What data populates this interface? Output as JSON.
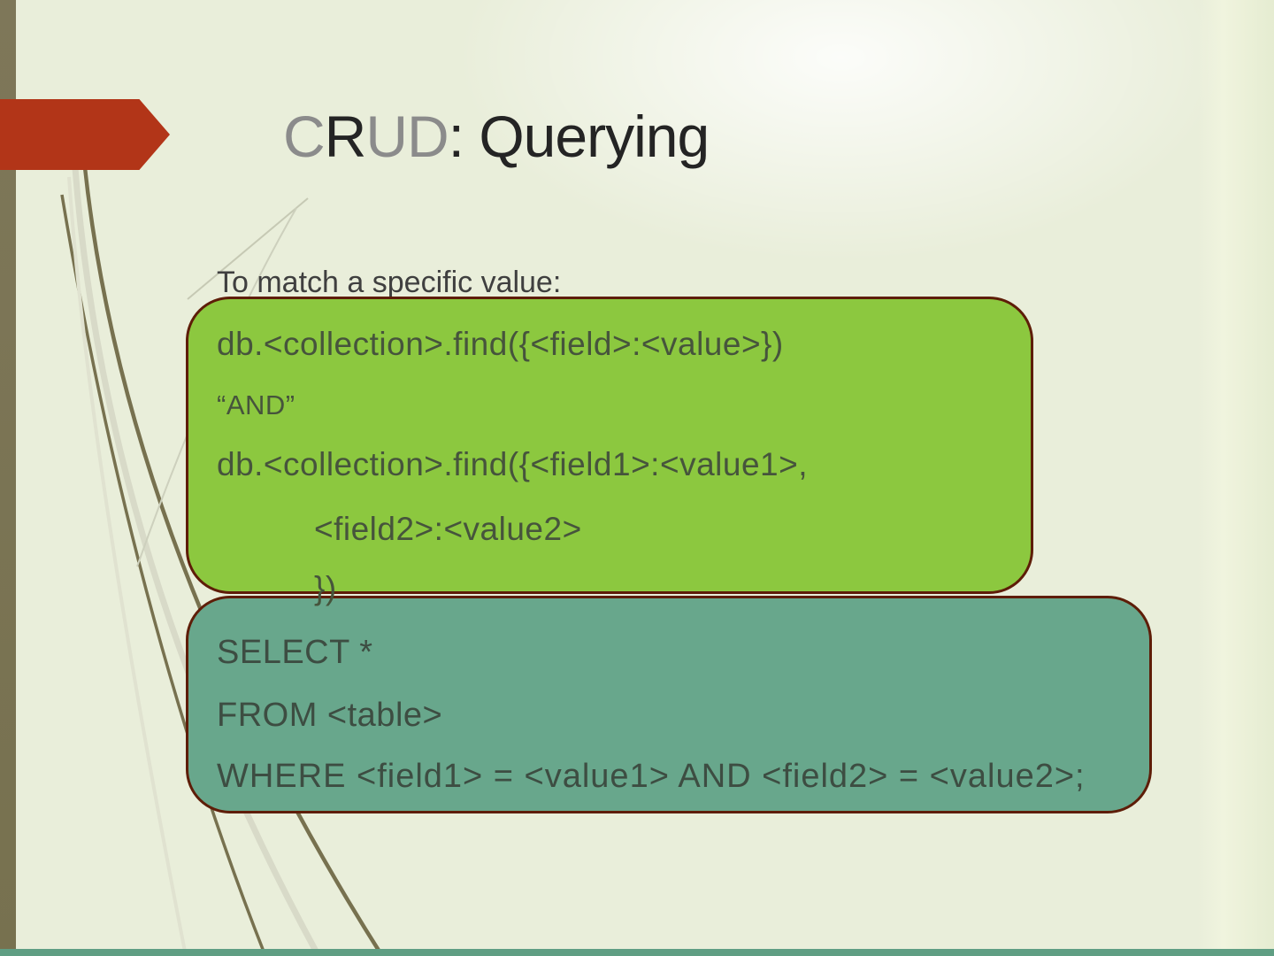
{
  "title": {
    "segments": [
      {
        "text": "C",
        "tone": "gray"
      },
      {
        "text": "R",
        "tone": "dark"
      },
      {
        "text": "UD",
        "tone": "gray"
      },
      {
        "text": ": Querying",
        "tone": "dark"
      }
    ]
  },
  "intro": "To match a specific value:",
  "mongo_box": {
    "lines": [
      "db.<collection>.find({<field>:<value>})",
      "“AND”",
      "db.<collection>.find({<field1>:<value1>,",
      "<field2>:<value2>",
      "})"
    ]
  },
  "sql_box": {
    "lines": [
      "SELECT *",
      "FROM <table>",
      "WHERE <field1> = <value1> AND <field2> = <value2>;"
    ]
  },
  "colors": {
    "background": "#e9eeda",
    "left_bar": "#7b7456",
    "red_arrow": "#b23518",
    "mongo_box_fill": "#8cc83f",
    "sql_box_fill": "#68a78c",
    "box_border": "#5e1d08",
    "mongo_text": "#46543c",
    "sql_text": "#3d4d42",
    "title_gray": "#8b8b8b",
    "title_dark": "#242424",
    "bottom_strip": "#5f9e83"
  }
}
